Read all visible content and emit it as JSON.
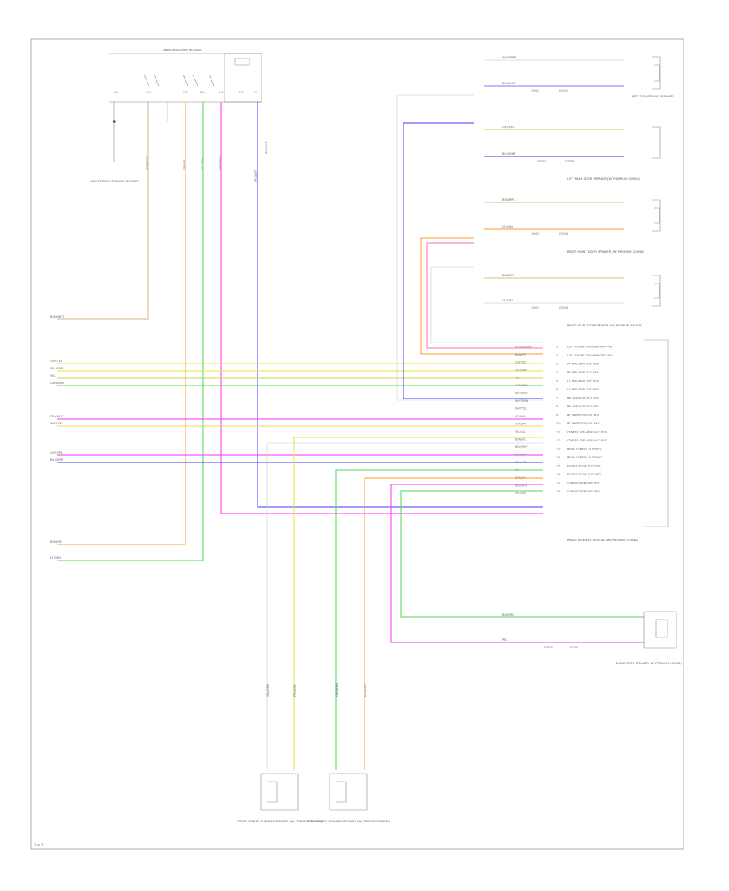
{
  "page": {
    "footer_code": "1 of 2"
  },
  "colors": {
    "yellow": "#e8e23a",
    "green": "#4fd65a",
    "blue": "#3b3bff",
    "magenta": "#ff2bff",
    "orange": "#ff9a2e",
    "tan": "#d2b48c",
    "pink": "#ff6eb4",
    "gray": "#888888"
  },
  "left_wires": [
    {
      "id": "w1",
      "label": "BRN/WHT",
      "color": "tan"
    },
    {
      "id": "w2",
      "label": "GRY/YEL",
      "color": "yellow"
    },
    {
      "id": "w3",
      "label": "YEL/GRN",
      "color": "yellow"
    },
    {
      "id": "w4",
      "label": "YEL",
      "color": "yellow"
    },
    {
      "id": "w5",
      "label": "GRN/BRN",
      "color": "green"
    },
    {
      "id": "w6",
      "label": "PPL/WHT",
      "color": "magenta"
    },
    {
      "id": "w7",
      "label": "WHT/YEL",
      "color": "yellow"
    },
    {
      "id": "w8",
      "label": "GRY/PPL",
      "color": "magenta"
    },
    {
      "id": "w9",
      "label": "BLU/WHT",
      "color": "blue"
    },
    {
      "id": "w10",
      "label": "BRN/YEL",
      "color": "orange"
    },
    {
      "id": "w11",
      "label": "LT GRN",
      "color": "green"
    }
  ],
  "module_pins": [
    {
      "num": "1",
      "label": "LEFT FRONT SPEAKER OUT POS"
    },
    {
      "num": "2",
      "label": "LEFT FRONT SPEAKER OUT NEG"
    },
    {
      "num": "3",
      "label": "RF SPEAKER OUT POS"
    },
    {
      "num": "4",
      "label": "RF SPEAKER OUT NEG"
    },
    {
      "num": "5",
      "label": "LR SPEAKER OUT POS"
    },
    {
      "num": "6",
      "label": "LR SPEAKER OUT NEG"
    },
    {
      "num": "7",
      "label": "RR SPEAKER OUT POS"
    },
    {
      "num": "8",
      "label": "RR SPEAKER OUT NEG"
    },
    {
      "num": "9",
      "label": "RT TWEETER OUT POS"
    },
    {
      "num": "10",
      "label": "RT TWEETER OUT NEG"
    },
    {
      "num": "11",
      "label": "CENTER SPEAKER OUT POS"
    },
    {
      "num": "12",
      "label": "CENTER SPEAKER OUT NEG"
    },
    {
      "num": "13",
      "label": "REAR CENTER OUT POS"
    },
    {
      "num": "14",
      "label": "REAR CENTER OUT NEG"
    },
    {
      "num": "15",
      "label": "FRONT DOOR OUT POS"
    },
    {
      "num": "16",
      "label": "FRONT DOOR OUT NEG"
    },
    {
      "num": "17",
      "label": "SUBWOOFER OUT POS"
    },
    {
      "num": "18",
      "label": "SUBWOOFER OUT NEG"
    }
  ],
  "module_wire_labels": [
    "LT GRN/BRN",
    "BRN/PPL",
    "GRY/YEL",
    "YEL/GRN",
    "YEL",
    "GRN/BRN",
    "BLU/WHT",
    "WHT/BRN",
    "WHT/YEL",
    "LT GRN",
    "GRN/PPL",
    "YEL/BLU",
    "BRN/YEL",
    "BLU/WHT",
    "PPL/GRY",
    "YEL/GRN",
    "PPL",
    "BRN/YEL",
    "BLU/GRN",
    "PPL/GRY"
  ],
  "top_connector": {
    "title": "RADIO RECEIVER MODULE",
    "pin_labels": [
      "S-1",
      "D-1",
      "C-1",
      "B-1",
      "A-1",
      "E-1",
      "F-1"
    ],
    "wire_labels": [
      "BRN/WHT",
      "GRY/YEL",
      "YEL/GRN",
      "GRN/BRN",
      "PPL/WHT",
      "BLU/WHT"
    ],
    "ground_label": "RIGHT FRONT SPEAKER REFLECT"
  },
  "right_speakers": [
    {
      "name": "LEFT FRONT DOOR SPEAKER",
      "w_top": "WHT/BRN",
      "w_bot": "BLU/WHT",
      "c1": "C9001",
      "c2": "C9002"
    },
    {
      "name": "LEFT REAR DOOR SPEAKER (W/ PREMIUM SOUND)",
      "w_top": "GRY/YEL",
      "w_bot": "BLU/WHT",
      "c1": "C9003",
      "c2": "C9004"
    },
    {
      "name": "RIGHT FRONT DOOR SPEAKER (W/ PREMIUM SOUND)",
      "w_top": "BRN/PPL",
      "w_bot": "LT GRN",
      "c1": "C9005",
      "c2": "C9006"
    },
    {
      "name": "RIGHT REAR DOOR SPEAKER (W/ PREMIUM SOUND)",
      "w_top": "BRN/PPL",
      "w_bot": "LT GRN",
      "c1": "C9007",
      "c2": "C9008"
    }
  ],
  "module_title": "RADIO RECEIVER MODULE (W/ PREMIUM SOUND)",
  "subwoofer": {
    "name": "SUBWOOFER SPEAKER (W/ PREMIUM SOUND)",
    "w_top": "BRN/YEL",
    "w_bot": "PPL",
    "c1": "C9101",
    "c2": "C9102"
  },
  "bottom_speakers": [
    {
      "name": "FRONT CENTER CHANNEL SPEAKER (W/ PREMIUM SOUND)",
      "w1": "YEL/GRN",
      "w2": "PPL/GRY"
    },
    {
      "name": "REAR CENTER CHANNEL SPEAKER (W/ PREMIUM SOUND)",
      "w1": "GRN/BRN",
      "w2": "BRN/YEL"
    }
  ]
}
